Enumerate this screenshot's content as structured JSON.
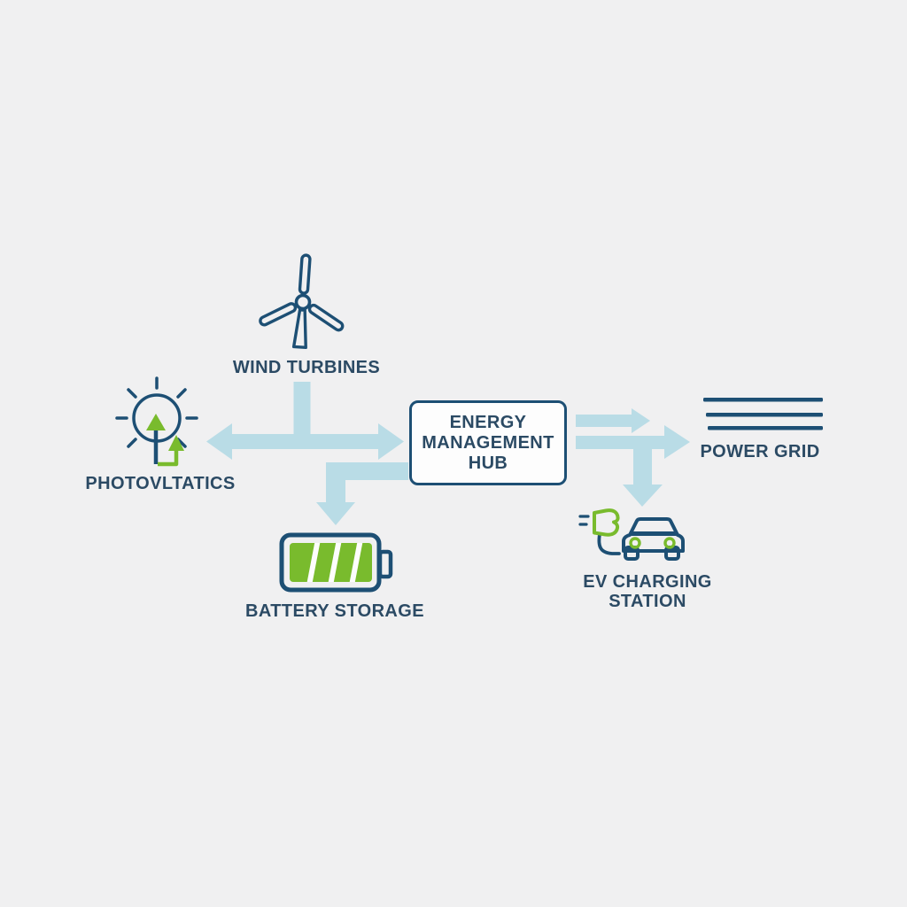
{
  "diagram_title": "",
  "colors": {
    "navy": "#1d4f74",
    "text_navy": "#2b4a64",
    "green": "#79bb2d",
    "arrow_blue": "#b9dce6",
    "background": "#f0f0f1",
    "box_fill": "#fdfdfd"
  },
  "nodes": {
    "wind_turbines": {
      "label": "WIND TURBINES",
      "icon": "wind-turbine-icon"
    },
    "photovoltaics": {
      "label": "PHOTOVLTATICS",
      "icon": "sun-with-arrows-icon"
    },
    "energy_hub": {
      "line1": "ENERGY",
      "line2": "MANAGEMENT",
      "line3": "HUB"
    },
    "power_grid": {
      "label": "POWER GRID",
      "icon": "grid-lines-icon"
    },
    "battery_storage": {
      "label": "BATTERY STORAGE",
      "icon": "battery-icon"
    },
    "ev_charging": {
      "line1": "EV CHARGING",
      "line2": "STATION",
      "icon": "ev-plug-and-car-icon"
    }
  },
  "arrows": [
    {
      "name": "pv-hub-bus",
      "style": "double-headed",
      "endpoints": [
        "photovoltaics",
        "energy_hub"
      ]
    },
    {
      "name": "wind-feed-bar",
      "style": "bar",
      "from": "wind_turbines",
      "to": "pv-hub-bus"
    },
    {
      "name": "hub-to-battery",
      "style": "single-headed-elbow",
      "from": "energy_hub",
      "to": "battery_storage"
    },
    {
      "name": "hub-to-grid-upper",
      "style": "single-headed",
      "from": "energy_hub",
      "to": "power_grid"
    },
    {
      "name": "hub-to-grid-lower",
      "style": "single-headed",
      "from": "energy_hub",
      "to": "power_grid"
    },
    {
      "name": "hub-to-ev",
      "style": "single-headed-branch",
      "from": "energy_hub",
      "to": "ev_charging"
    }
  ]
}
